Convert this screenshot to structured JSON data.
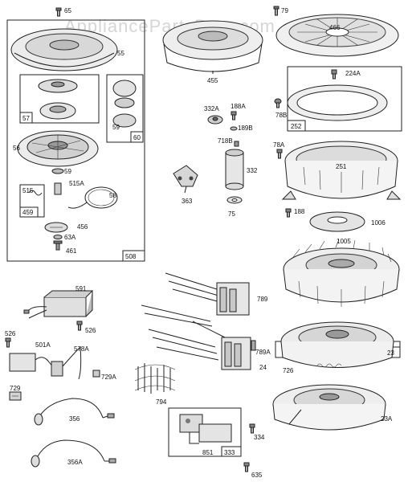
{
  "watermark": "AppliancePartsPros.com",
  "labels": {
    "p65": "65",
    "p79": "79",
    "p466": "466",
    "p55": "55",
    "p455": "455",
    "p57": "57",
    "p60": "60",
    "p59a": "59",
    "p224A": "224A",
    "p332A": "332A",
    "p188A": "188A",
    "p189B": "189B",
    "p78B": "78B",
    "p252": "252",
    "p56": "56",
    "p59b": "59",
    "p718B": "718B",
    "p78A": "78A",
    "p251": "251",
    "p515A": "515A",
    "p515": "515",
    "p459": "459",
    "p58": "58",
    "p332": "332",
    "p363": "363",
    "p75": "75",
    "p188": "188",
    "p1006": "1006",
    "p456": "456",
    "p63A": "63A",
    "p461": "461",
    "p508": "508",
    "p1005": "1005",
    "p591": "591",
    "p789": "789",
    "p526a": "526",
    "p526b": "526",
    "p501A": "501A",
    "p578A": "578A",
    "p729A": "729A",
    "p789A": "789A",
    "p24": "24",
    "p726": "726",
    "p23": "23",
    "p729": "729",
    "p794": "794",
    "p356": "356",
    "p23A": "23A",
    "p851": "851",
    "p333": "333",
    "p334": "334",
    "p356A": "356A",
    "p635": "635"
  }
}
